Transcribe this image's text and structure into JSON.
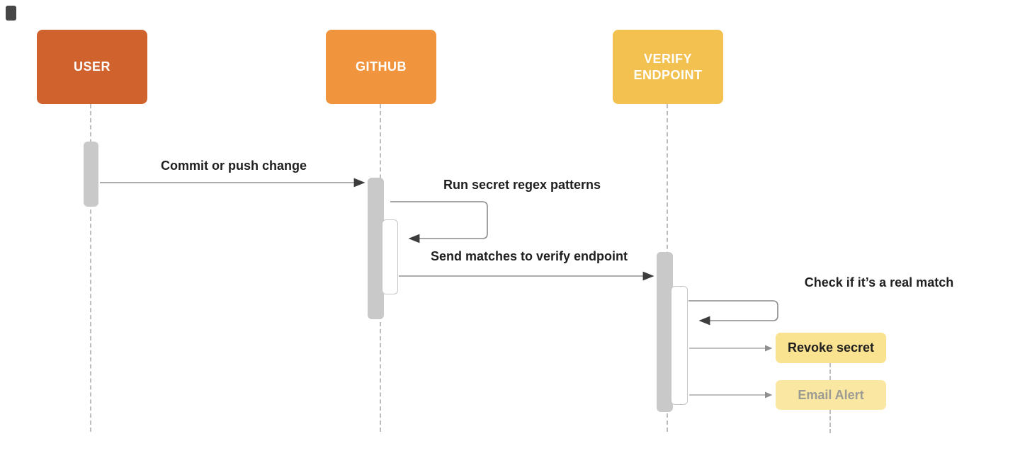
{
  "actors": [
    {
      "id": "user",
      "label": "USER",
      "color": "#d0622e"
    },
    {
      "id": "github",
      "label": "GITHUB",
      "color": "#f0953e"
    },
    {
      "id": "verify",
      "label": "VERIFY ENDPOINT",
      "color": "#f3c14f"
    }
  ],
  "messages": {
    "commit": {
      "label": "Commit or push change",
      "from": "USER",
      "to": "GITHUB"
    },
    "regex": {
      "label": "Run secret regex patterns",
      "type": "self-call",
      "actor": "GITHUB"
    },
    "send": {
      "label": "Send matches to verify endpoint",
      "from": "GITHUB",
      "to": "VERIFY ENDPOINT"
    },
    "check": {
      "label": "Check if it’s a real match",
      "type": "self-call",
      "actor": "VERIFY ENDPOINT"
    },
    "revoke": {
      "label": "Revoke secret",
      "type": "node"
    },
    "email": {
      "label": "Email Alert",
      "type": "node"
    }
  },
  "colors": {
    "user_box": "#d0622e",
    "github_box": "#f0953e",
    "verify_box": "#f3c14f",
    "activation_bar": "#c9c9c9",
    "note_revoke": "#f9e290",
    "note_email": "#f9e7a2",
    "label_text": "#1f1f1f",
    "arrow_line": "#909090",
    "arrowhead_dark": "#3d3d3d",
    "lifeline": "#bdbdbd"
  }
}
